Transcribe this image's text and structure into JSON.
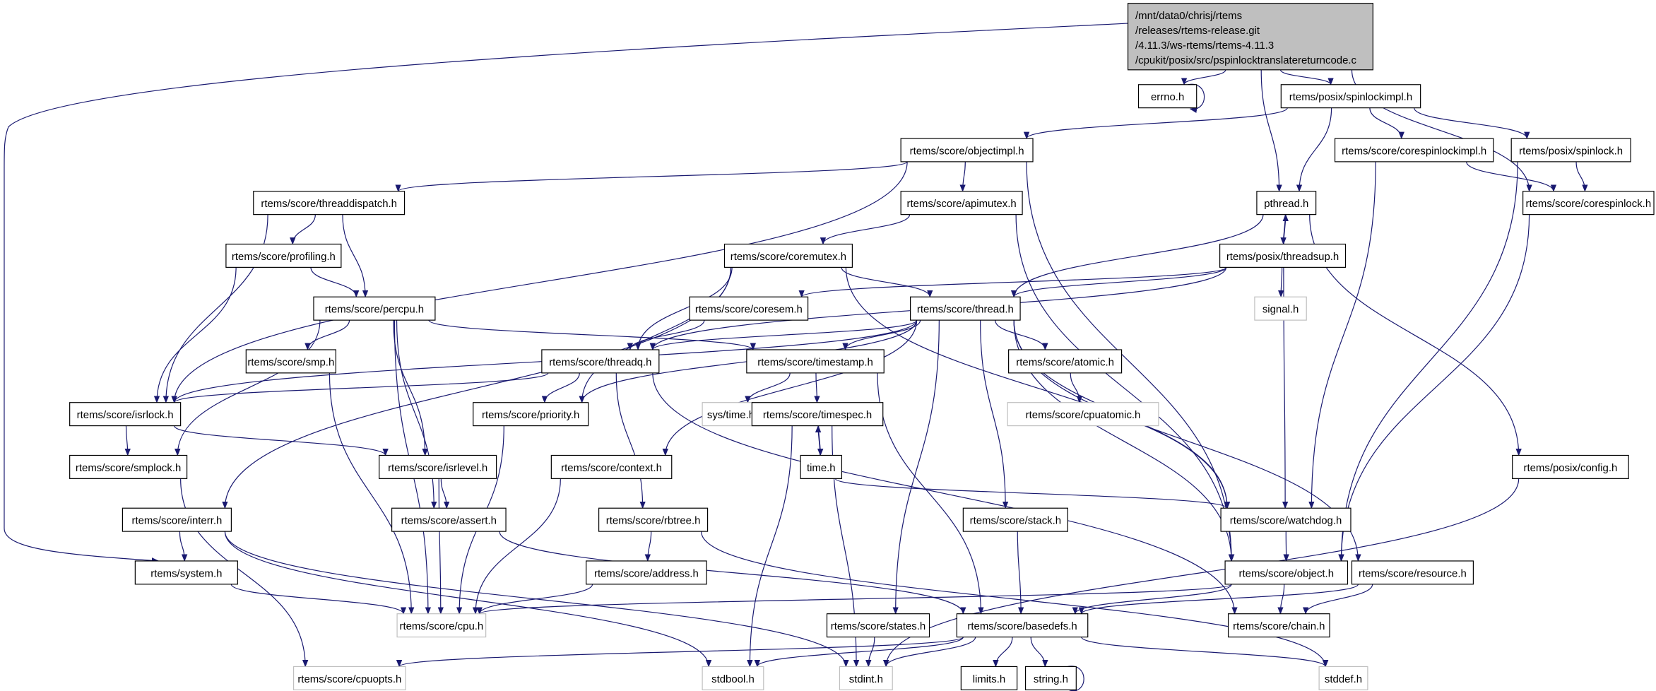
{
  "graph": {
    "edge_color": "#191970",
    "main_fill": "#bfbfbf",
    "external_border": "#bfbfbf",
    "nodes": [
      {
        "id": "main",
        "kind": "main",
        "lines": [
          "/mnt/data0/chrisj/rtems",
          "/releases/rtems-release.git",
          "/4.11.3/ws-rtems/rtems-4.11.3",
          "/cpukit/posix/src/pspinlocktranslatereturncode.c"
        ]
      },
      {
        "id": "errno",
        "kind": "normal",
        "label": "errno.h"
      },
      {
        "id": "spinlockimpl",
        "kind": "normal",
        "label": "rtems/posix/spinlockimpl.h"
      },
      {
        "id": "objectimpl",
        "kind": "normal",
        "label": "rtems/score/objectimpl.h"
      },
      {
        "id": "corespinlockimpl",
        "kind": "normal",
        "label": "rtems/score/corespinlockimpl.h"
      },
      {
        "id": "pspinlock",
        "kind": "normal",
        "label": "rtems/posix/spinlock.h"
      },
      {
        "id": "threaddispatch",
        "kind": "normal",
        "label": "rtems/score/threaddispatch.h"
      },
      {
        "id": "apimutex",
        "kind": "normal",
        "label": "rtems/score/apimutex.h"
      },
      {
        "id": "pthread",
        "kind": "normal",
        "label": "pthread.h"
      },
      {
        "id": "corespinlock",
        "kind": "normal",
        "label": "rtems/score/corespinlock.h"
      },
      {
        "id": "profiling",
        "kind": "normal",
        "label": "rtems/score/profiling.h"
      },
      {
        "id": "coremutex",
        "kind": "normal",
        "label": "rtems/score/coremutex.h"
      },
      {
        "id": "threadsup",
        "kind": "normal",
        "label": "rtems/posix/threadsup.h"
      },
      {
        "id": "percpu",
        "kind": "normal",
        "label": "rtems/score/percpu.h"
      },
      {
        "id": "coresem",
        "kind": "normal",
        "label": "rtems/score/coresem.h"
      },
      {
        "id": "thread",
        "kind": "normal",
        "label": "rtems/score/thread.h"
      },
      {
        "id": "signal",
        "kind": "ext",
        "label": "signal.h"
      },
      {
        "id": "smp",
        "kind": "normal",
        "label": "rtems/score/smp.h"
      },
      {
        "id": "threadq",
        "kind": "normal",
        "label": "rtems/score/threadq.h"
      },
      {
        "id": "timestamp",
        "kind": "normal",
        "label": "rtems/score/timestamp.h"
      },
      {
        "id": "atomic",
        "kind": "normal",
        "label": "rtems/score/atomic.h"
      },
      {
        "id": "isrlock",
        "kind": "normal",
        "label": "rtems/score/isrlock.h"
      },
      {
        "id": "priority",
        "kind": "normal",
        "label": "rtems/score/priority.h"
      },
      {
        "id": "systime",
        "kind": "ext",
        "label": "sys/time.h"
      },
      {
        "id": "timespec",
        "kind": "normal",
        "label": "rtems/score/timespec.h"
      },
      {
        "id": "cpuatomic",
        "kind": "ext",
        "label": "rtems/score/cpuatomic.h"
      },
      {
        "id": "smplock",
        "kind": "normal",
        "label": "rtems/score/smplock.h"
      },
      {
        "id": "isrlevel",
        "kind": "normal",
        "label": "rtems/score/isrlevel.h"
      },
      {
        "id": "context",
        "kind": "normal",
        "label": "rtems/score/context.h"
      },
      {
        "id": "time",
        "kind": "normal",
        "label": "time.h"
      },
      {
        "id": "config",
        "kind": "normal",
        "label": "rtems/posix/config.h"
      },
      {
        "id": "interr",
        "kind": "normal",
        "label": "rtems/score/interr.h"
      },
      {
        "id": "assert",
        "kind": "normal",
        "label": "rtems/score/assert.h"
      },
      {
        "id": "rbtree",
        "kind": "normal",
        "label": "rtems/score/rbtree.h"
      },
      {
        "id": "stack",
        "kind": "normal",
        "label": "rtems/score/stack.h"
      },
      {
        "id": "watchdog",
        "kind": "normal",
        "label": "rtems/score/watchdog.h"
      },
      {
        "id": "system",
        "kind": "normal",
        "label": "rtems/system.h"
      },
      {
        "id": "address",
        "kind": "normal",
        "label": "rtems/score/address.h"
      },
      {
        "id": "object",
        "kind": "normal",
        "label": "rtems/score/object.h"
      },
      {
        "id": "resource",
        "kind": "normal",
        "label": "rtems/score/resource.h"
      },
      {
        "id": "cpu",
        "kind": "ext",
        "label": "rtems/score/cpu.h"
      },
      {
        "id": "states",
        "kind": "normal",
        "label": "rtems/score/states.h"
      },
      {
        "id": "basedefs",
        "kind": "normal",
        "label": "rtems/score/basedefs.h"
      },
      {
        "id": "chain",
        "kind": "normal",
        "label": "rtems/score/chain.h"
      },
      {
        "id": "cpuopts",
        "kind": "ext",
        "label": "rtems/score/cpuopts.h"
      },
      {
        "id": "stdbool",
        "kind": "ext",
        "label": "stdbool.h"
      },
      {
        "id": "stdint",
        "kind": "ext",
        "label": "stdint.h"
      },
      {
        "id": "limits",
        "kind": "normal",
        "label": "limits.h"
      },
      {
        "id": "string",
        "kind": "normal",
        "label": "string.h"
      },
      {
        "id": "stddef",
        "kind": "ext",
        "label": "stddef.h"
      }
    ],
    "edges": [
      [
        "main",
        "errno"
      ],
      [
        "main",
        "pthread"
      ],
      [
        "main",
        "spinlockimpl"
      ],
      [
        "main",
        "corespinlock"
      ],
      [
        "main",
        "system"
      ],
      [
        "errno",
        "errno"
      ],
      [
        "spinlockimpl",
        "objectimpl"
      ],
      [
        "spinlockimpl",
        "pthread"
      ],
      [
        "spinlockimpl",
        "corespinlockimpl"
      ],
      [
        "spinlockimpl",
        "pspinlock"
      ],
      [
        "corespinlockimpl",
        "corespinlock"
      ],
      [
        "corespinlockimpl",
        "watchdog"
      ],
      [
        "pspinlock",
        "corespinlock"
      ],
      [
        "pspinlock",
        "object"
      ],
      [
        "corespinlock",
        "object"
      ],
      [
        "objectimpl",
        "threaddispatch"
      ],
      [
        "objectimpl",
        "apimutex"
      ],
      [
        "objectimpl",
        "isrlock"
      ],
      [
        "objectimpl",
        "object"
      ],
      [
        "threaddispatch",
        "profiling"
      ],
      [
        "threaddispatch",
        "percpu"
      ],
      [
        "threaddispatch",
        "isrlock"
      ],
      [
        "apimutex",
        "coremutex"
      ],
      [
        "apimutex",
        "object"
      ],
      [
        "pthread",
        "threadsup"
      ],
      [
        "pthread",
        "thread"
      ],
      [
        "pthread",
        "config"
      ],
      [
        "threadsup",
        "pthread"
      ],
      [
        "threadsup",
        "signal"
      ],
      [
        "threadsup",
        "thread"
      ],
      [
        "threadsup",
        "coresem"
      ],
      [
        "threadsup",
        "threadq"
      ],
      [
        "threadsup",
        "watchdog"
      ],
      [
        "profiling",
        "percpu"
      ],
      [
        "profiling",
        "isrlock"
      ],
      [
        "coremutex",
        "thread"
      ],
      [
        "coremutex",
        "threadq"
      ],
      [
        "coremutex",
        "priority"
      ],
      [
        "coremutex",
        "watchdog"
      ],
      [
        "coremutex",
        "interr"
      ],
      [
        "coresem",
        "threadq"
      ],
      [
        "thread",
        "threadq"
      ],
      [
        "thread",
        "priority"
      ],
      [
        "thread",
        "timestamp"
      ],
      [
        "thread",
        "atomic"
      ],
      [
        "thread",
        "context"
      ],
      [
        "thread",
        "states"
      ],
      [
        "thread",
        "stack"
      ],
      [
        "thread",
        "watchdog"
      ],
      [
        "thread",
        "object"
      ],
      [
        "thread",
        "resource"
      ],
      [
        "thread",
        "isrlock"
      ],
      [
        "percpu",
        "smp"
      ],
      [
        "percpu",
        "isrlevel"
      ],
      [
        "percpu",
        "assert"
      ],
      [
        "percpu",
        "cpu"
      ],
      [
        "percpu",
        "timestamp"
      ],
      [
        "percpu",
        "smplock"
      ],
      [
        "smp",
        "cpu"
      ],
      [
        "threadq",
        "isrlock"
      ],
      [
        "threadq",
        "priority"
      ],
      [
        "threadq",
        "rbtree"
      ],
      [
        "threadq",
        "chain"
      ],
      [
        "timestamp",
        "systime"
      ],
      [
        "timestamp",
        "timespec"
      ],
      [
        "timestamp",
        "basedefs"
      ],
      [
        "atomic",
        "cpuatomic"
      ],
      [
        "isrlock",
        "smplock"
      ],
      [
        "isrlock",
        "isrlevel"
      ],
      [
        "priority",
        "cpu"
      ],
      [
        "timespec",
        "time"
      ],
      [
        "timespec",
        "stdbool"
      ],
      [
        "timespec",
        "stdint"
      ],
      [
        "time",
        "timespec"
      ],
      [
        "time",
        "watchdog"
      ],
      [
        "smplock",
        "cpuopts"
      ],
      [
        "isrlevel",
        "assert"
      ],
      [
        "isrlevel",
        "cpu"
      ],
      [
        "context",
        "cpu"
      ],
      [
        "config",
        "stdint"
      ],
      [
        "interr",
        "system"
      ],
      [
        "interr",
        "stdbool"
      ],
      [
        "interr",
        "stdint"
      ],
      [
        "assert",
        "basedefs"
      ],
      [
        "rbtree",
        "address"
      ],
      [
        "rbtree",
        "stddef"
      ],
      [
        "stack",
        "basedefs"
      ],
      [
        "watchdog",
        "object"
      ],
      [
        "system",
        "cpu"
      ],
      [
        "address",
        "cpu"
      ],
      [
        "object",
        "cpu"
      ],
      [
        "object",
        "basedefs"
      ],
      [
        "object",
        "chain"
      ],
      [
        "resource",
        "basedefs"
      ],
      [
        "resource",
        "chain"
      ],
      [
        "states",
        "stdint"
      ],
      [
        "basedefs",
        "cpuopts"
      ],
      [
        "basedefs",
        "stdbool"
      ],
      [
        "basedefs",
        "stdint"
      ],
      [
        "basedefs",
        "limits"
      ],
      [
        "basedefs",
        "string"
      ],
      [
        "basedefs",
        "stddef"
      ],
      [
        "string",
        "string"
      ]
    ]
  }
}
